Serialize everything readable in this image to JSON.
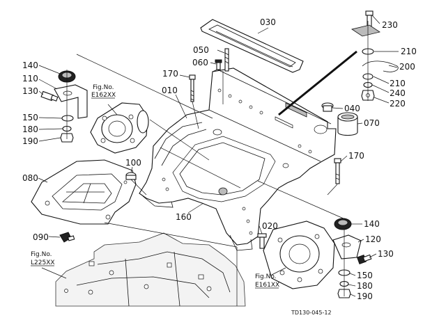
{
  "parts": {
    "p230": "230",
    "p030": "030",
    "p210a": "210",
    "p200": "200",
    "p050": "050",
    "p060": "060",
    "p210b": "210",
    "p240": "240",
    "p220": "220",
    "p140a": "140",
    "p170a": "170",
    "p110": "110",
    "p010": "010",
    "p130a": "130",
    "p040": "040",
    "p070": "070",
    "p150a": "150",
    "p180a": "180",
    "p190a": "190",
    "p170b": "170",
    "p100": "100",
    "p080": "080",
    "p160": "160",
    "p020": "020",
    "p140b": "140",
    "p090": "090",
    "p120": "120",
    "p130b": "130",
    "p150b": "150",
    "p180b": "180",
    "p190b": "190"
  },
  "fig_refs": {
    "e162_label": "Fig.No.",
    "e162_value": "E162XX",
    "l225_label": "Fig.No.",
    "l225_value": "L225XX",
    "e161_label": "Fig.No.",
    "e161_value": "E161XX"
  },
  "drawing_code": "TD130-045-12"
}
